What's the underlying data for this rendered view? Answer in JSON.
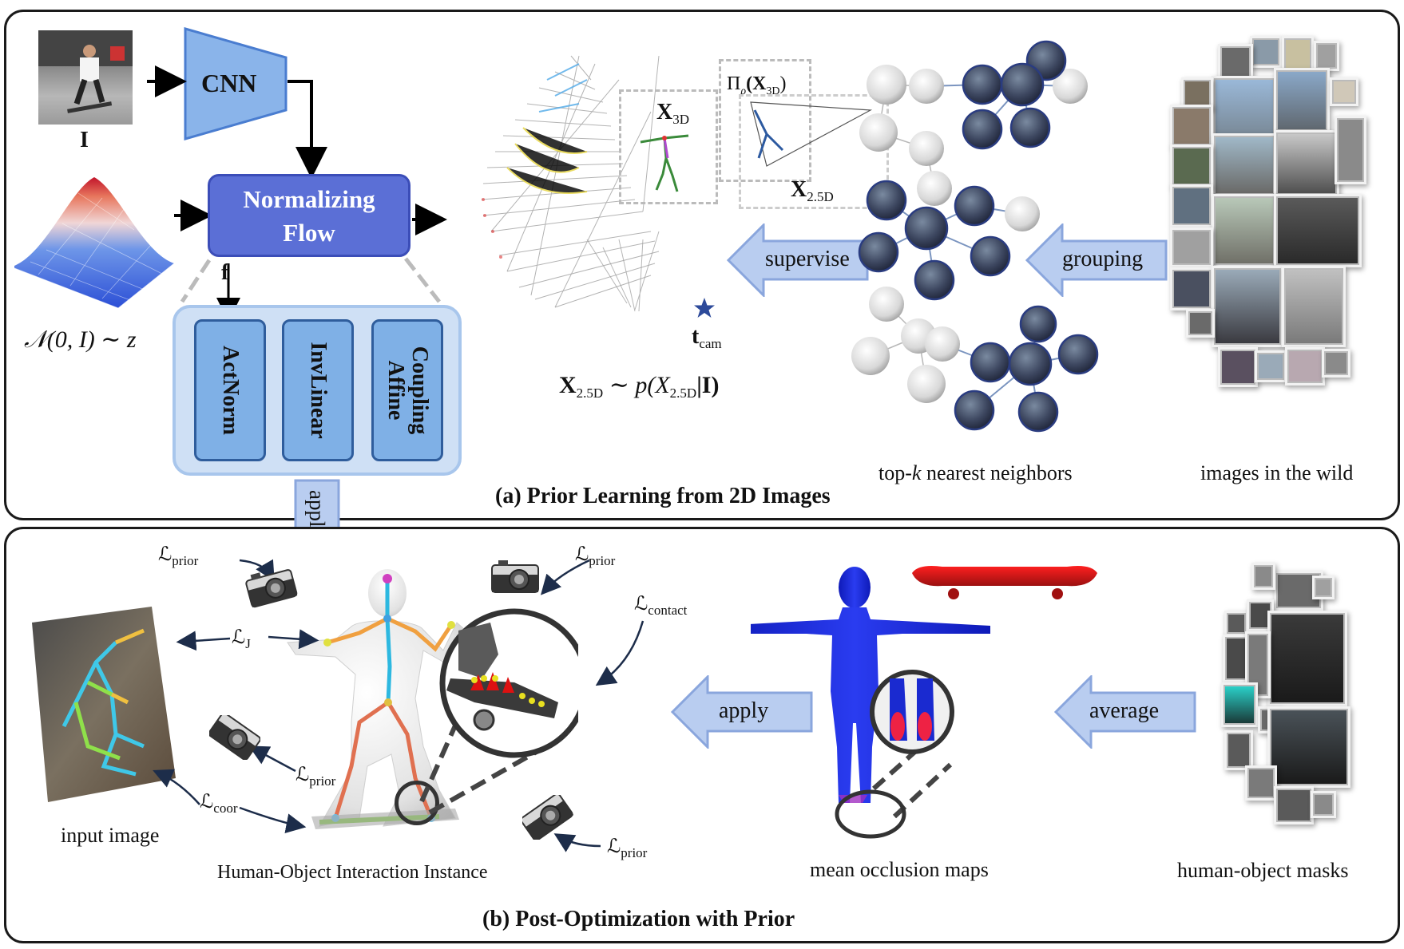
{
  "panel_a": {
    "caption": "(a) Prior Learning from 2D Images",
    "input_label": "I",
    "cnn_label": "CNN",
    "flow_label_1": "Normalizing",
    "flow_label_2": "Flow",
    "f_label": "f",
    "gauss_label": "𝒩(0, I) ∼ z",
    "blocks": [
      "ActNorm",
      "InvLinear",
      "Coupling Affine"
    ],
    "x3d_label": "X",
    "x3d_sub": "3D",
    "proj_label": "Π",
    "proj_sub": "ρ",
    "proj_arg": "(X",
    "proj_arg_sub": "3D",
    "x25d_label": "X",
    "x25d_sub": "2.5D",
    "tcam_label": "t",
    "tcam_sub": "cam",
    "dist_label_a": "X",
    "dist_label_sub": "2.5D",
    "dist_label_b": " ∼ p(X",
    "dist_label_c": "|I)",
    "supervise_label": "supervise",
    "grouping_label": "grouping",
    "neighbors_label_pre": "top-",
    "neighbors_label_k": "k",
    "neighbors_label_post": " nearest neighbors",
    "wild_label": "images in the wild",
    "apply_down_label": "apply"
  },
  "panel_b": {
    "caption": "(b) Post-Optimization with Prior",
    "input_image_label": "input image",
    "hoi_label": "Human-Object Interaction Instance",
    "occlusion_label": "mean occlusion maps",
    "masks_label": "human-object masks",
    "apply_label": "apply",
    "average_label": "average",
    "loss_L": "ℒ",
    "loss_prior": "prior",
    "loss_j": "J",
    "loss_coor": "coor",
    "loss_contact": "contact"
  },
  "colors": {
    "arrow_fill": "#b9cdf0",
    "arrow_stroke": "#8aa6dd",
    "flow_box": "#5b6fd6",
    "block_fill": "#7fb0e6",
    "body_blue": "#1a2bd8",
    "skateboard_red": "#cc1111"
  },
  "icons": [
    "camera-icon",
    "star-icon",
    "gaussian-surface-icon",
    "magnifier-circle-icon"
  ]
}
